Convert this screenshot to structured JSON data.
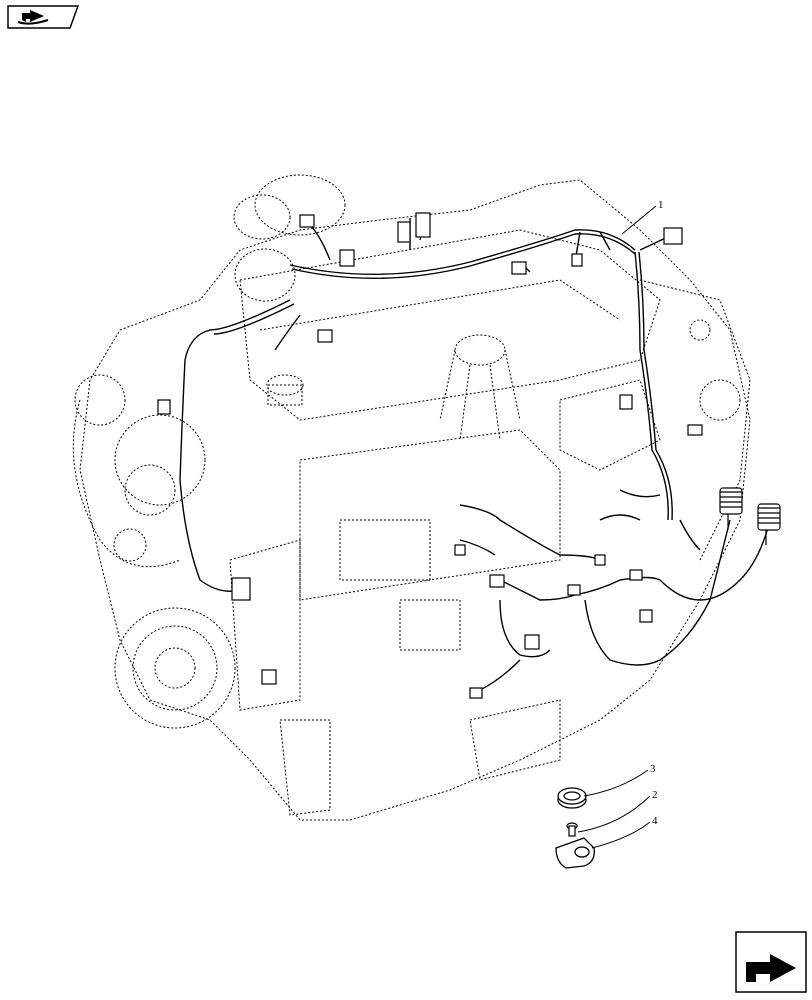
{
  "diagram": {
    "callouts": [
      {
        "label": "1",
        "part": "engine-wiring-harness"
      },
      {
        "label": "3",
        "part": "cable-tie-clamp"
      },
      {
        "label": "2",
        "part": "screw"
      },
      {
        "label": "4",
        "part": "p-clip-bracket"
      }
    ]
  },
  "icons": {
    "top_left": "previous-page-icon",
    "bottom_right": "next-page-icon"
  }
}
